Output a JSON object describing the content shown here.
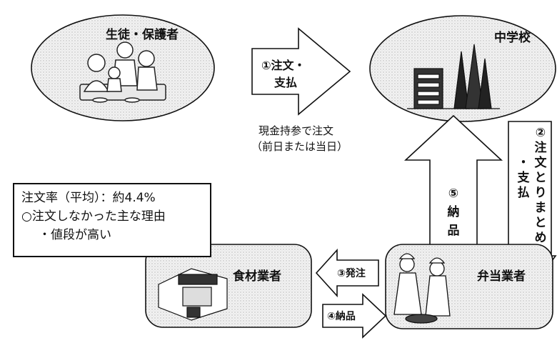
{
  "nodes": {
    "students_parents": "生徒・保護者",
    "middle_school": "中学校",
    "food_supplier": "食材業者",
    "bento_vendor": "弁当業者"
  },
  "arrows": {
    "step1": [
      "①注文・",
      "支払"
    ],
    "step2": [
      "②",
      "注",
      "文",
      "と",
      "り",
      "ま",
      "と",
      "め"
    ],
    "step2_sub": [
      "・",
      "支",
      "払"
    ],
    "step3": "③発注",
    "step4": "④納品",
    "step5": [
      "⑤",
      "納",
      "品"
    ]
  },
  "note_cash": [
    "現金持参で注文",
    "（前日または当日）"
  ],
  "info_box": {
    "rate": "注文率（平均）：約4.4%",
    "reason_heading": "○注文しなかった主な理由",
    "reason_item": "・値段が高い"
  }
}
